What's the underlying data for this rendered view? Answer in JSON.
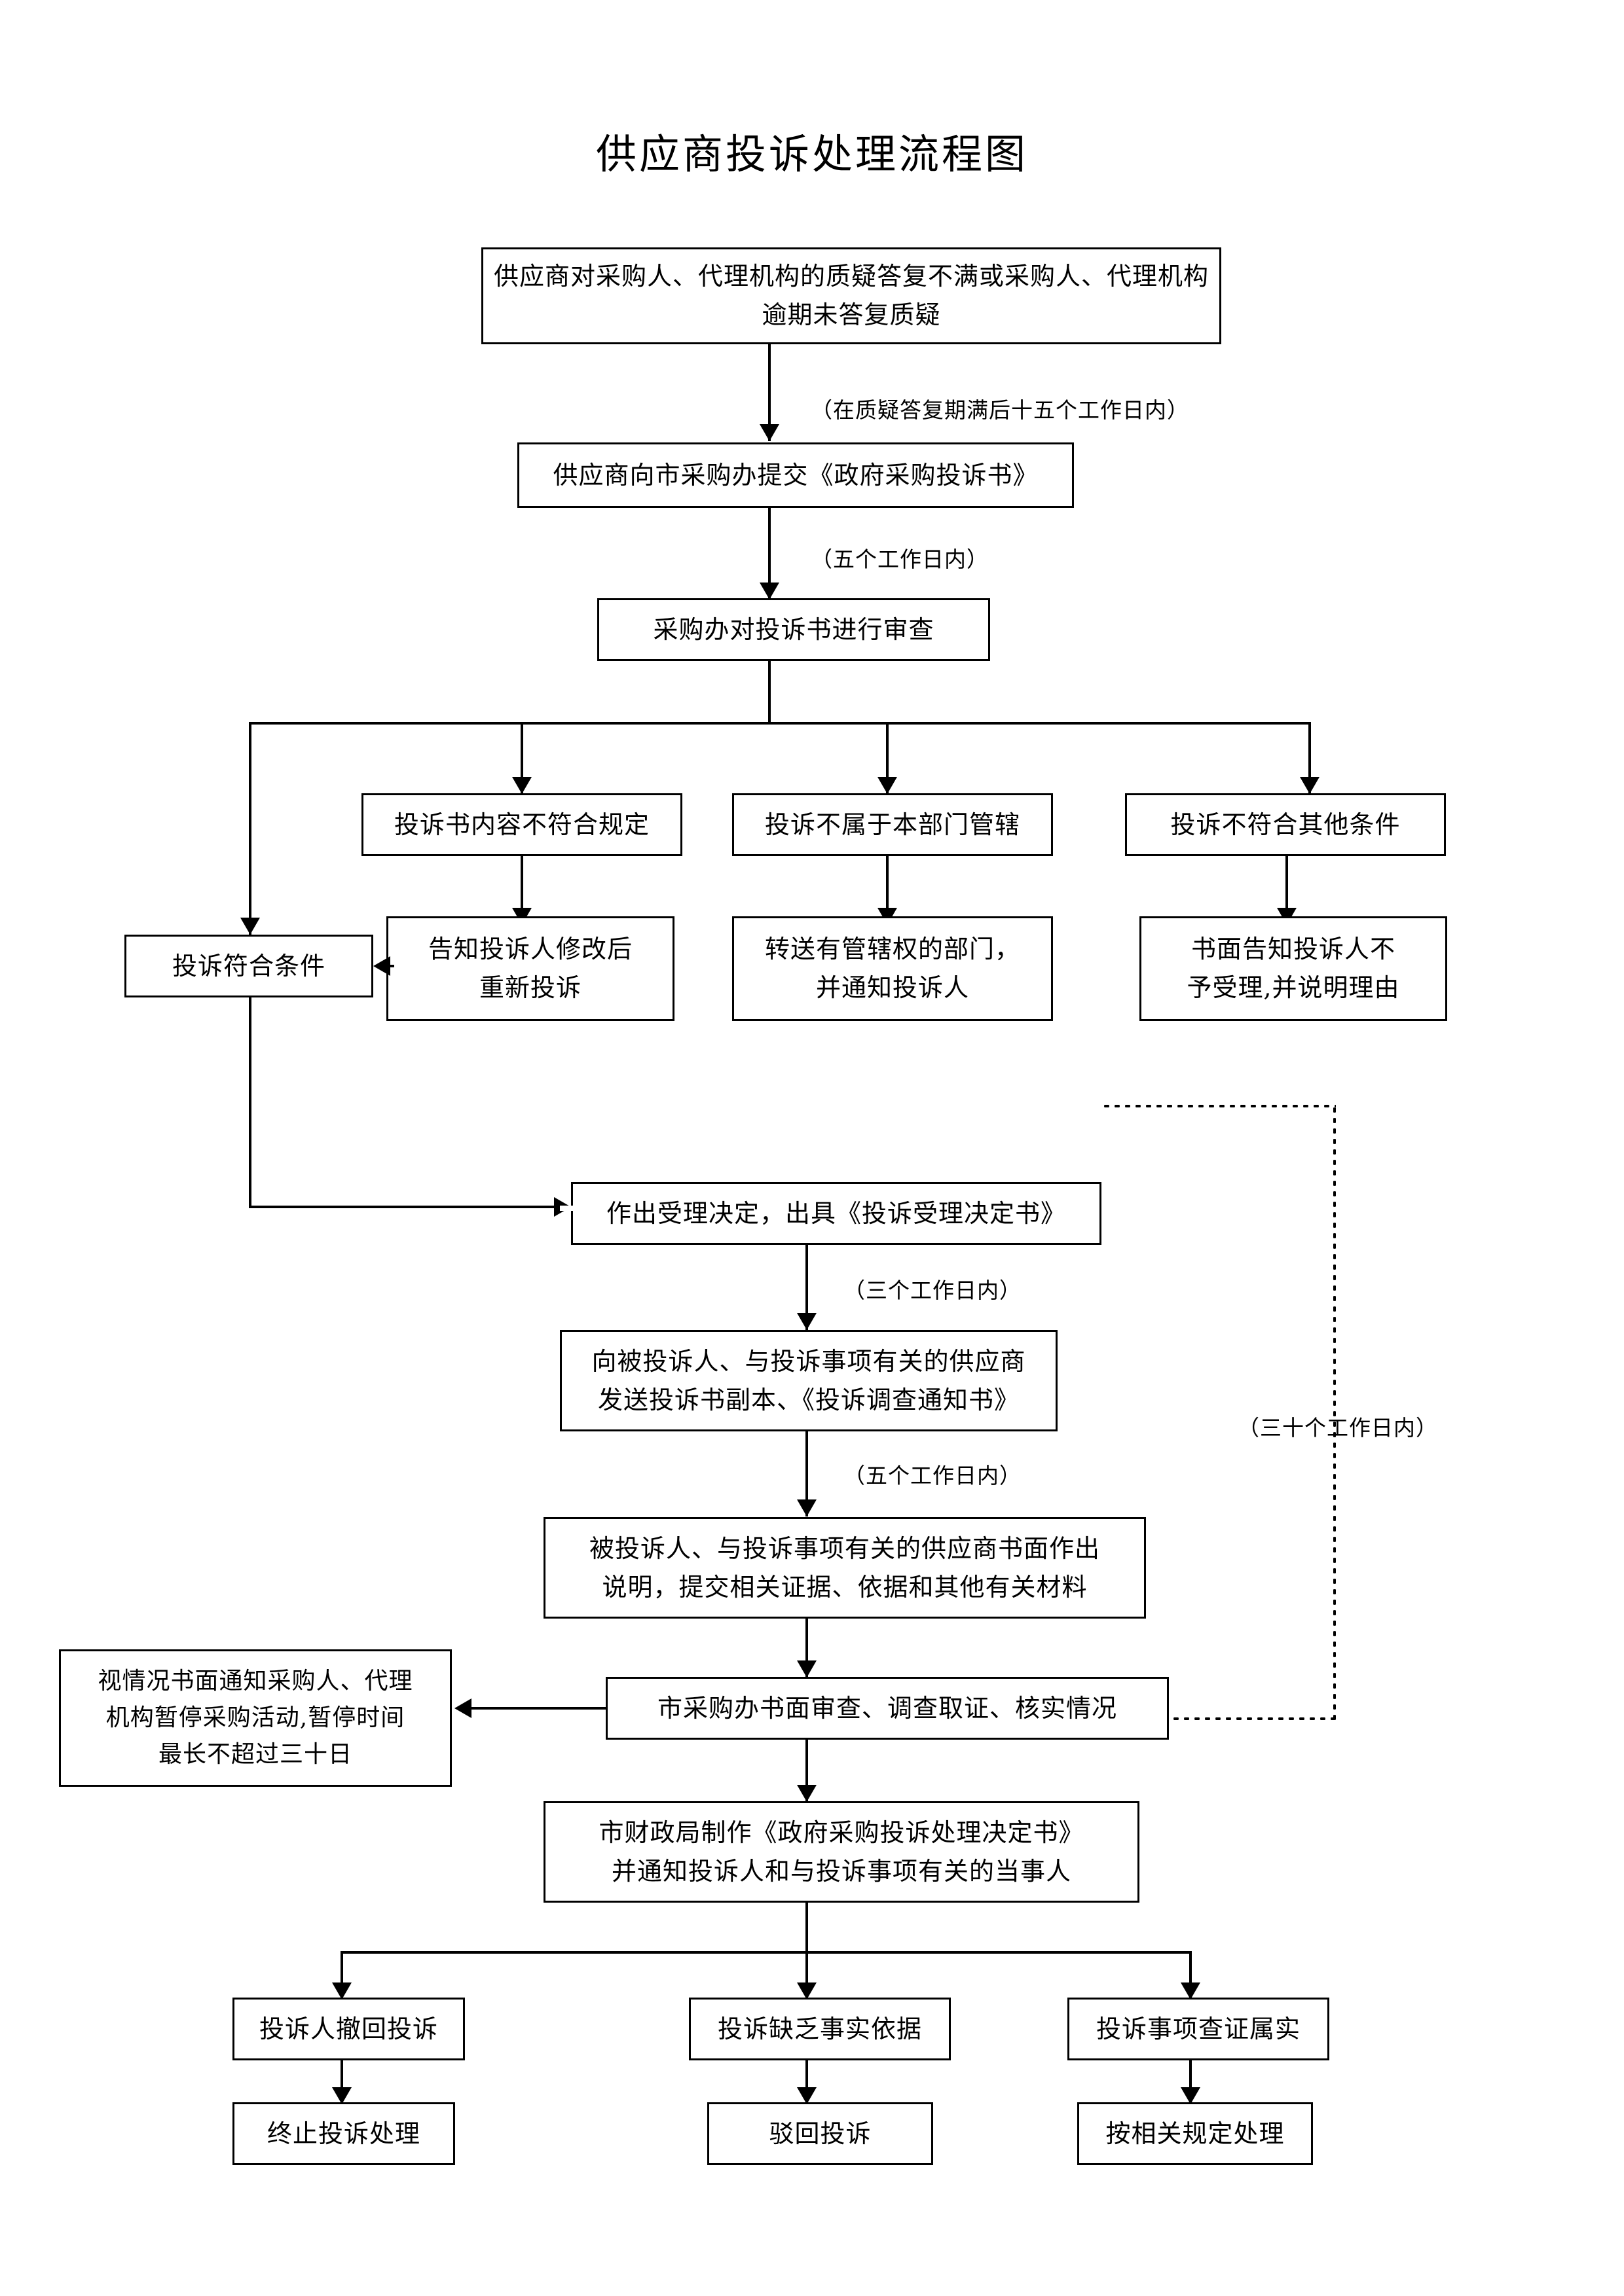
{
  "document": {
    "title": "供应商投诉处理流程图"
  },
  "nodes": {
    "n1": "供应商对采购人、代理机构的质疑答复不满或采购人、代理机构逾期未答复质疑",
    "n2": "供应商向市采购办提交《政府采购投诉书》",
    "n3": "采购办对投诉书进行审查",
    "n4": "投诉书内容不符合规定",
    "n5": "投诉不属于本部门管辖",
    "n6": "投诉不符合其他条件",
    "n7": "投诉符合条件",
    "n8": "告知投诉人修改后\n重新投诉",
    "n9": "转送有管辖权的部门，\n并通知投诉人",
    "n10": "书面告知投诉人不\n予受理,并说明理由",
    "n11": "作出受理决定，出具《投诉受理决定书》",
    "n12": "向被投诉人、与投诉事项有关的供应商\n发送投诉书副本、《投诉调查通知书》",
    "n13": "被投诉人、与投诉事项有关的供应商书面作出\n说明，提交相关证据、依据和其他有关材料",
    "n14": "视情况书面通知采购人、代理\n机构暂停采购活动,暂停时间\n最长不超过三十日",
    "n15": "市采购办书面审查、调查取证、核实情况",
    "n16": "市财政局制作《政府采购投诉处理决定书》\n并通知投诉人和与投诉事项有关的当事人",
    "n17": "投诉人撤回投诉",
    "n18": "投诉缺乏事实依据",
    "n19": "投诉事项查证属实",
    "n20": "终止投诉处理",
    "n21": "驳回投诉",
    "n22": "按相关规定处理"
  },
  "annotations": {
    "a1": "（在质疑答复期满后十五个工作日内）",
    "a2": "（五个工作日内）",
    "a3": "（三个工作日内）",
    "a4": "（五个工作日内）",
    "a5": "（三十个工作日内）"
  },
  "colors": {
    "stroke": "#000000",
    "background": "#ffffff",
    "text": "#000000"
  }
}
